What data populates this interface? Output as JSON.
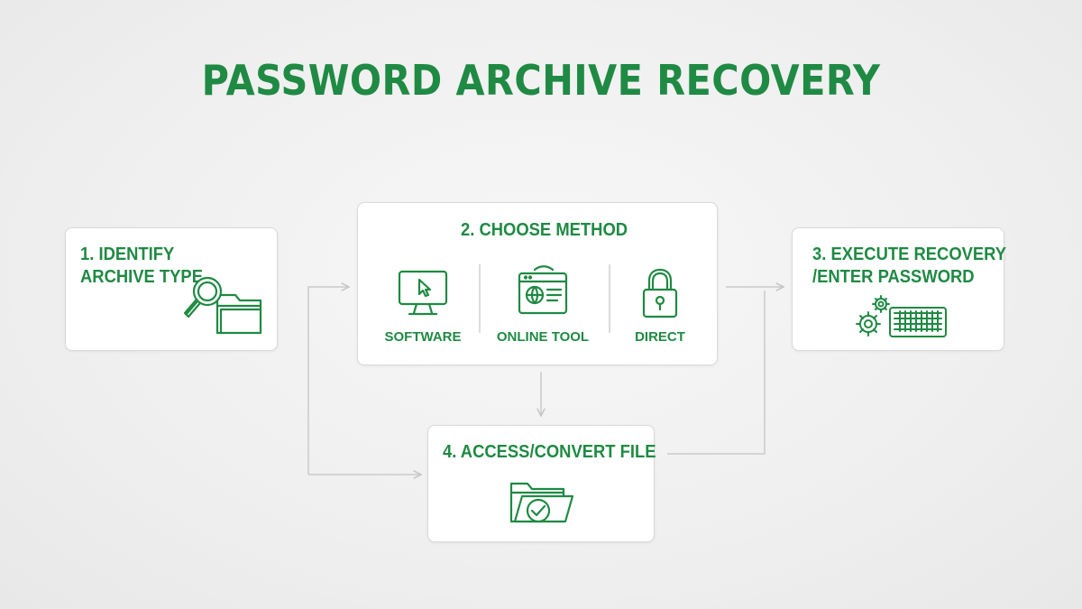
{
  "title": "PASSWORD ARCHIVE RECOVERY",
  "steps": {
    "identify": {
      "label_line1": "1. IDENTIFY",
      "label_line2": "ARCHIVE TYPE"
    },
    "choose": {
      "label": "2. CHOOSE METHOD",
      "options": [
        {
          "label": "SOFTWARE",
          "icon": "monitor-cursor-icon"
        },
        {
          "label": "ONLINE TOOL",
          "icon": "browser-globe-icon"
        },
        {
          "label": "DIRECT",
          "icon": "padlock-icon"
        }
      ]
    },
    "execute": {
      "label_line1": "3. EXECUTE RECOVERY",
      "label_line2": "/ENTER PASSWORD"
    },
    "access": {
      "label": "4. ACCESS/CONVERT FILE"
    }
  },
  "colors": {
    "accent": "#1f8a43",
    "box_border": "#d9d9d9",
    "connector": "#c9c9c9",
    "background": "#f0f0f0"
  }
}
